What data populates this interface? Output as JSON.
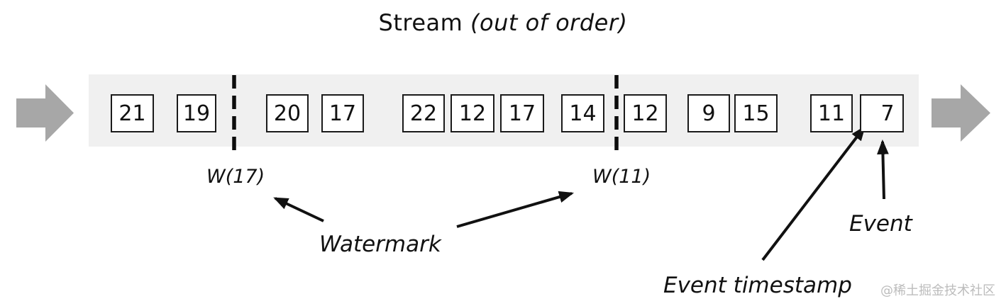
{
  "title": {
    "text": "Stream",
    "qualifier": "(out of order)"
  },
  "stream": {
    "events": [
      "21",
      "19",
      "20",
      "17",
      "22",
      "12",
      "17",
      "14",
      "12",
      "9",
      "15",
      "11",
      "7"
    ],
    "watermarks": [
      {
        "label": "W(17)",
        "value": 17
      },
      {
        "label": "W(11)",
        "value": 11
      }
    ]
  },
  "annotations": {
    "watermark_label": "Watermark",
    "event_label": "Event",
    "event_timestamp_label": "Event timestamp"
  },
  "credit": "@稀土掘金技术社区",
  "icons": {
    "flow_arrow_left": "block-arrow-right",
    "flow_arrow_right": "block-arrow-right",
    "watermark_divider": "vertical-dashed-line",
    "pointer": "black-arrow"
  },
  "colors": {
    "band": "#f0f0f0",
    "flow_arrow": "#a7a7a7",
    "box_border": "#1a1a1a",
    "ink": "#111111",
    "credit": "#bcbcbc"
  }
}
